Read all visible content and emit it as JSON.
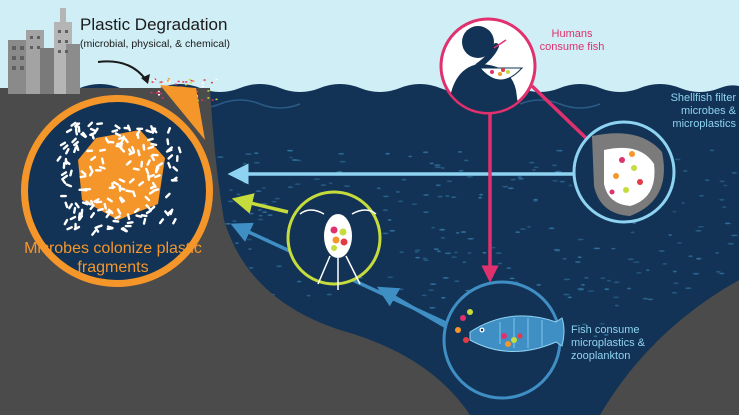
{
  "labels": {
    "title": "Plastic Degradation",
    "subtitle": "(microbial, physical, & chemical)",
    "humans": "Humans consume fish",
    "shellfish": "Shellfish filter microbes & microplastics",
    "fish": "Fish consume microplastics & zooplankton",
    "microbes": "Microbes colonize plastic fragments"
  },
  "colors": {
    "sky": "#cfeef6",
    "ocean": "#123355",
    "seabed": "#4b4b4b",
    "orange": "#f5962a",
    "pink": "#e0306d",
    "light_blue": "#8fd3f2",
    "yellow_green": "#c5dc3c",
    "teal_blue": "#3f8fc4"
  },
  "icons": {
    "city": "city-skyline-icon",
    "person": "person-eating-icon",
    "shellfish": "oyster-icon",
    "zooplankton": "zooplankton-icon",
    "fish": "fish-icon",
    "plastic": "plastic-fragment-icon"
  }
}
